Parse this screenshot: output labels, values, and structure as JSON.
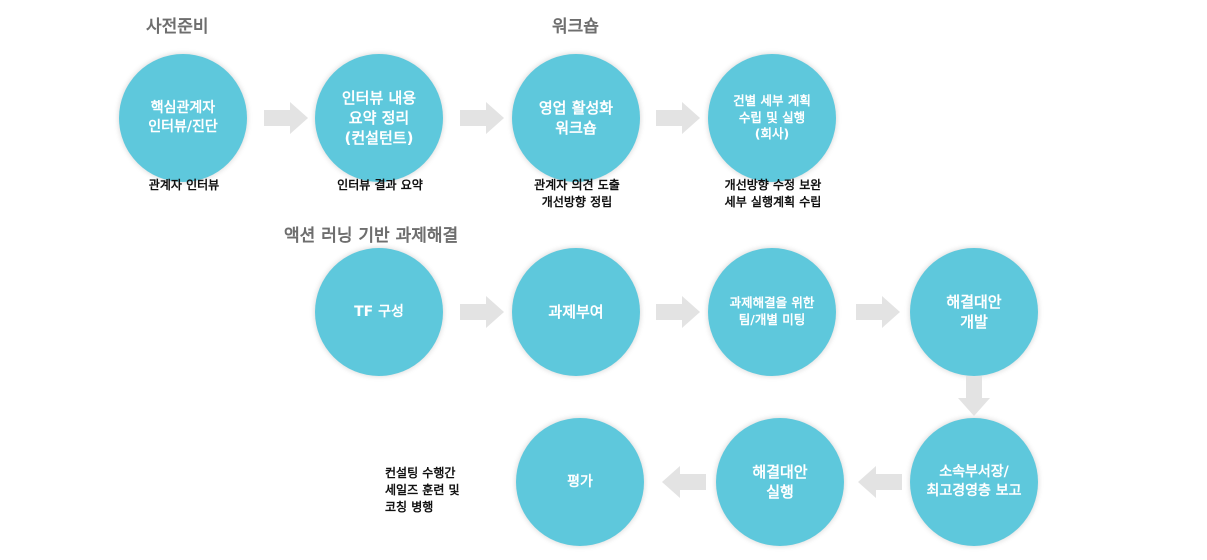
{
  "sections": {
    "prep": "사전준비",
    "workshop": "워크숍",
    "action": "액션 러닝 기반 과제해결"
  },
  "nodes": {
    "n1": "핵심관계자\n인터뷰/진단",
    "n2": "인터뷰 내용\n요약 정리\n(컨설턴트)",
    "n3": "영업 활성화\n워크숍",
    "n4": "건별 세부 계획\n수립 및 실행\n(회사)",
    "n5": "TF 구성",
    "n6": "과제부여",
    "n7": "과제해결을 위한\n팀/개별 미팅",
    "n8": "해결대안\n개발",
    "n9": "소속부서장/\n최고경영층 보고",
    "n10": "해결대안\n실행",
    "n11": "평가"
  },
  "captions": {
    "c1": "관계자 인터뷰",
    "c2": "인터뷰 결과 요약",
    "c3": "관계자 의견 도출\n개선방향 정립",
    "c4": "개선방향 수정 보완\n세부 실행계획 수립",
    "c5": "컨설팅 수행간\n세일즈 훈련 및\n코칭 병행"
  },
  "colors": {
    "circle": "#5ec8dc",
    "arrow": "#e3e3e3",
    "section_title": "#6e6e6e"
  }
}
